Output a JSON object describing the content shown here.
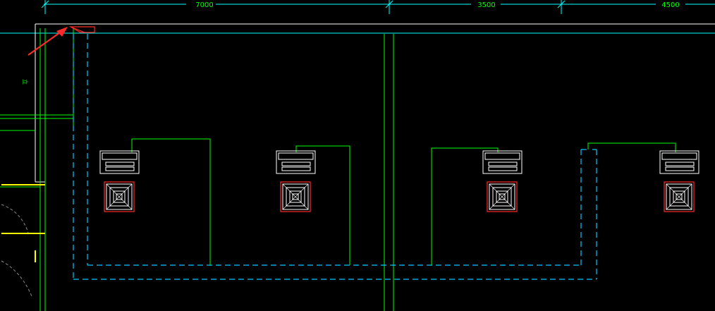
{
  "drawing": {
    "dimensions": [
      "7000",
      "3500",
      "4500"
    ],
    "side_label": "立",
    "colors": {
      "background": "#000000",
      "wall": "#ffffff",
      "pipe": "#00ff00",
      "duct": "#00c8ff",
      "annotation": "#ff2a2a",
      "highlight": "#ffff00",
      "grid": "#00ffff"
    },
    "units": [
      {
        "id": "unit-1"
      },
      {
        "id": "unit-2"
      },
      {
        "id": "unit-3"
      },
      {
        "id": "unit-4"
      }
    ]
  }
}
